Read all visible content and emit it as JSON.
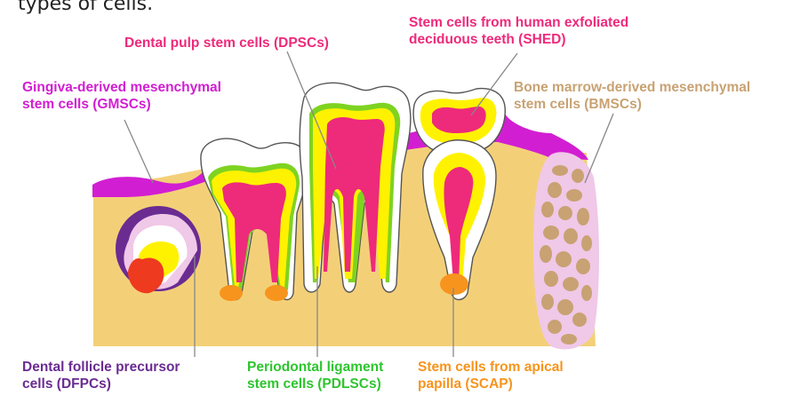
{
  "caption_fragment": "types of cells.",
  "labels": {
    "dpsc": {
      "line1": "Dental pulp stem cells (DPSCs)",
      "color": "#ee2a7b"
    },
    "shed": {
      "line1": "Stem cells from human exfoliated",
      "line2": "deciduous teeth (SHED)",
      "color": "#ee2a7b"
    },
    "gmsc": {
      "line1": "Gingiva-derived mesenchymal",
      "line2": "stem cells (GMSCs)",
      "color": "#d21ed2"
    },
    "bmsc": {
      "line1": "Bone marrow-derived mesenchymal",
      "line2": "stem cells (BMSCs)",
      "color": "#c8a272"
    },
    "dfpc": {
      "line1": "Dental follicle precursor",
      "line2": "cells (DFPCs)",
      "color": "#6a2c91"
    },
    "pdlsc": {
      "line1": "Periodontal ligament",
      "line2": "stem cells (PDLSCs)",
      "color": "#2ec52e"
    },
    "scap": {
      "line1": "Stem cells from apical",
      "line2": "papilla (SCAP)",
      "color": "#f7941d"
    }
  },
  "colors": {
    "bone": "#f3d078",
    "gingiva": "#d21ed2",
    "enamel": "#ffffff",
    "dentin": "#fff200",
    "pulp": "#ee2a7b",
    "ligament": "#7ed321",
    "apical_papilla": "#f7941d",
    "follicle": "#6a2c91",
    "marrow_frame": "#f0c8e8",
    "marrow_cells": "#c8a272"
  }
}
